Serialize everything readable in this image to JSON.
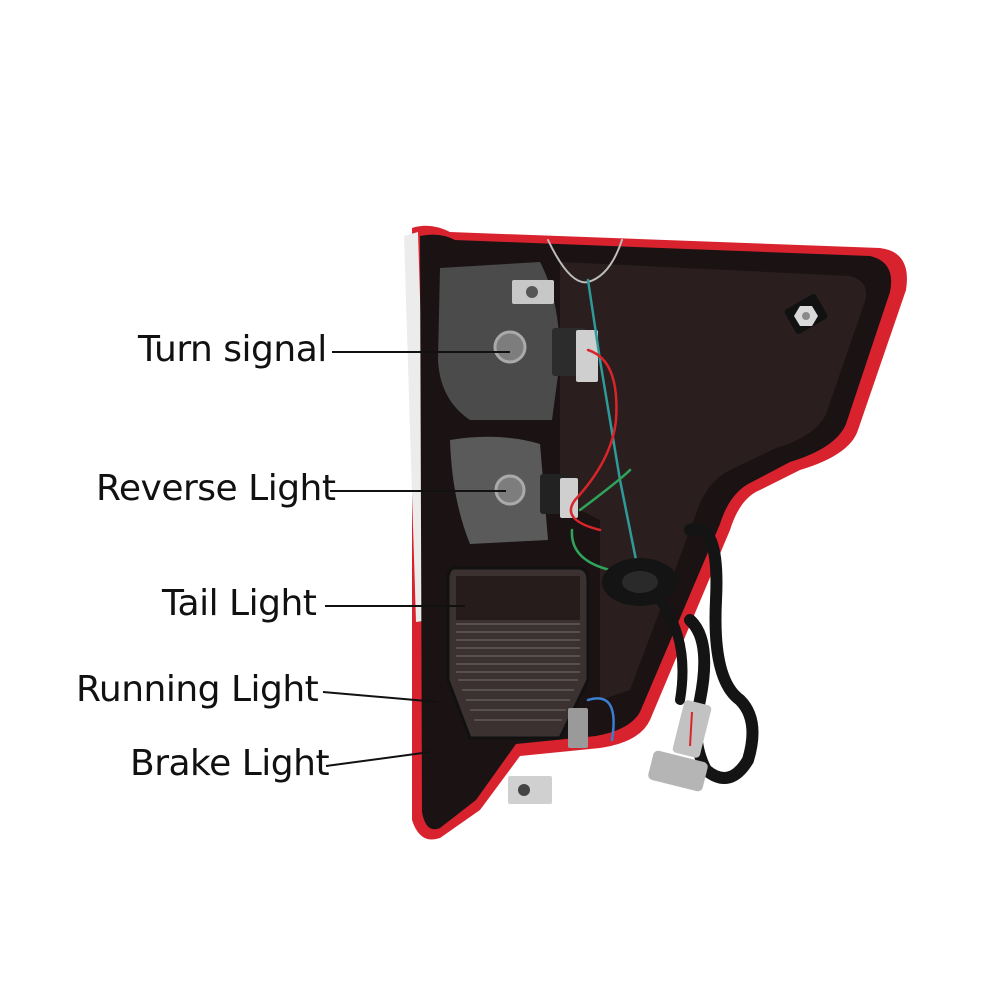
{
  "image": {
    "subject": "Rear view of a vehicle tail light assembly with labeled bulb sockets",
    "background": "#ffffff"
  },
  "colors": {
    "housing_dark": "#1b1313",
    "housing_inner": "#2a1f1e",
    "lens_red": "#d8232e",
    "lens_clear": "#e9e9e9",
    "socket_grey": "#6b6b6b",
    "wire_red": "#d9252a",
    "wire_green": "#2fa35a",
    "wire_teal": "#2f9a9a",
    "wire_blue": "#3a7fd0",
    "connector_grey": "#bdbdbd",
    "label_text": "#111111"
  },
  "callouts": [
    {
      "id": "turn",
      "label": "Turn signal",
      "line": [
        [
          332,
          352
        ],
        [
          510,
          352
        ]
      ]
    },
    {
      "id": "reverse",
      "label": "Reverse Light",
      "line": [
        [
          330,
          491
        ],
        [
          506,
          491
        ]
      ]
    },
    {
      "id": "tail",
      "label": "Tail Light",
      "line": [
        [
          325,
          606
        ],
        [
          465,
          606
        ]
      ]
    },
    {
      "id": "running",
      "label": "Running Light",
      "line": [
        [
          323,
          692
        ],
        [
          438,
          702
        ]
      ]
    },
    {
      "id": "brake",
      "label": "Brake Light",
      "line": [
        [
          326,
          766
        ],
        [
          430,
          752
        ]
      ]
    }
  ]
}
